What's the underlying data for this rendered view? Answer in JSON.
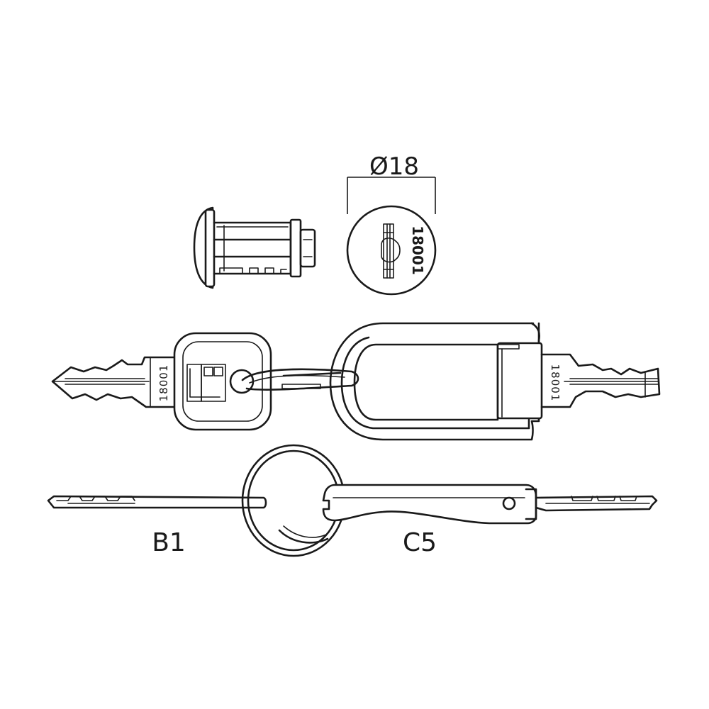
{
  "dimension": {
    "diameter": "Ø18"
  },
  "cylinder_face": {
    "code": "18001"
  },
  "key_b1": {
    "code": "18001"
  },
  "key_c5": {
    "code": "18001"
  },
  "labels": {
    "b1": "B1",
    "c5": "C5"
  }
}
